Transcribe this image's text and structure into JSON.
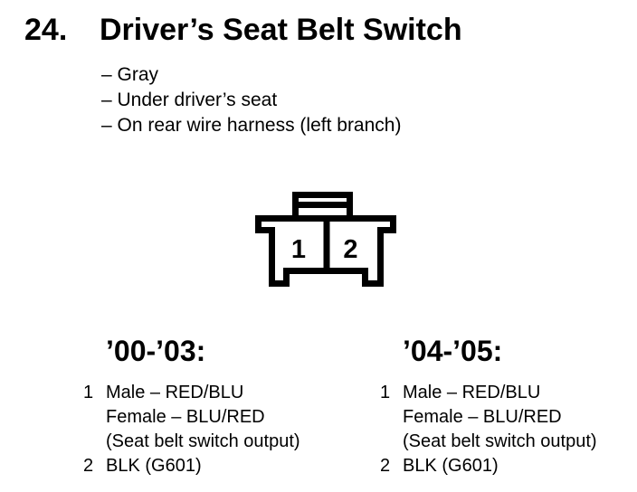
{
  "header": {
    "number": "24.",
    "title": "Driver’s Seat Belt Switch",
    "bullets": [
      "– Gray",
      "– Under driver’s seat",
      "– On rear wire harness (left branch)"
    ]
  },
  "connector": {
    "description": "2-cavity connector, front view",
    "pins": [
      "1",
      "2"
    ]
  },
  "sections": [
    {
      "heading": "’00-’03:",
      "entries": [
        {
          "pin": "1",
          "lines": [
            "Male – RED/BLU",
            "Female – BLU/RED",
            "(Seat belt switch output)"
          ]
        },
        {
          "pin": "2",
          "lines": [
            "BLK (G601)"
          ]
        }
      ]
    },
    {
      "heading": "’04-’05:",
      "entries": [
        {
          "pin": "1",
          "lines": [
            "Male – RED/BLU",
            "Female – BLU/RED",
            "(Seat belt switch output)"
          ]
        },
        {
          "pin": "2",
          "lines": [
            "BLK (G601)"
          ]
        }
      ]
    }
  ],
  "colors": {
    "ink": "#000000",
    "paper": "#ffffff"
  }
}
